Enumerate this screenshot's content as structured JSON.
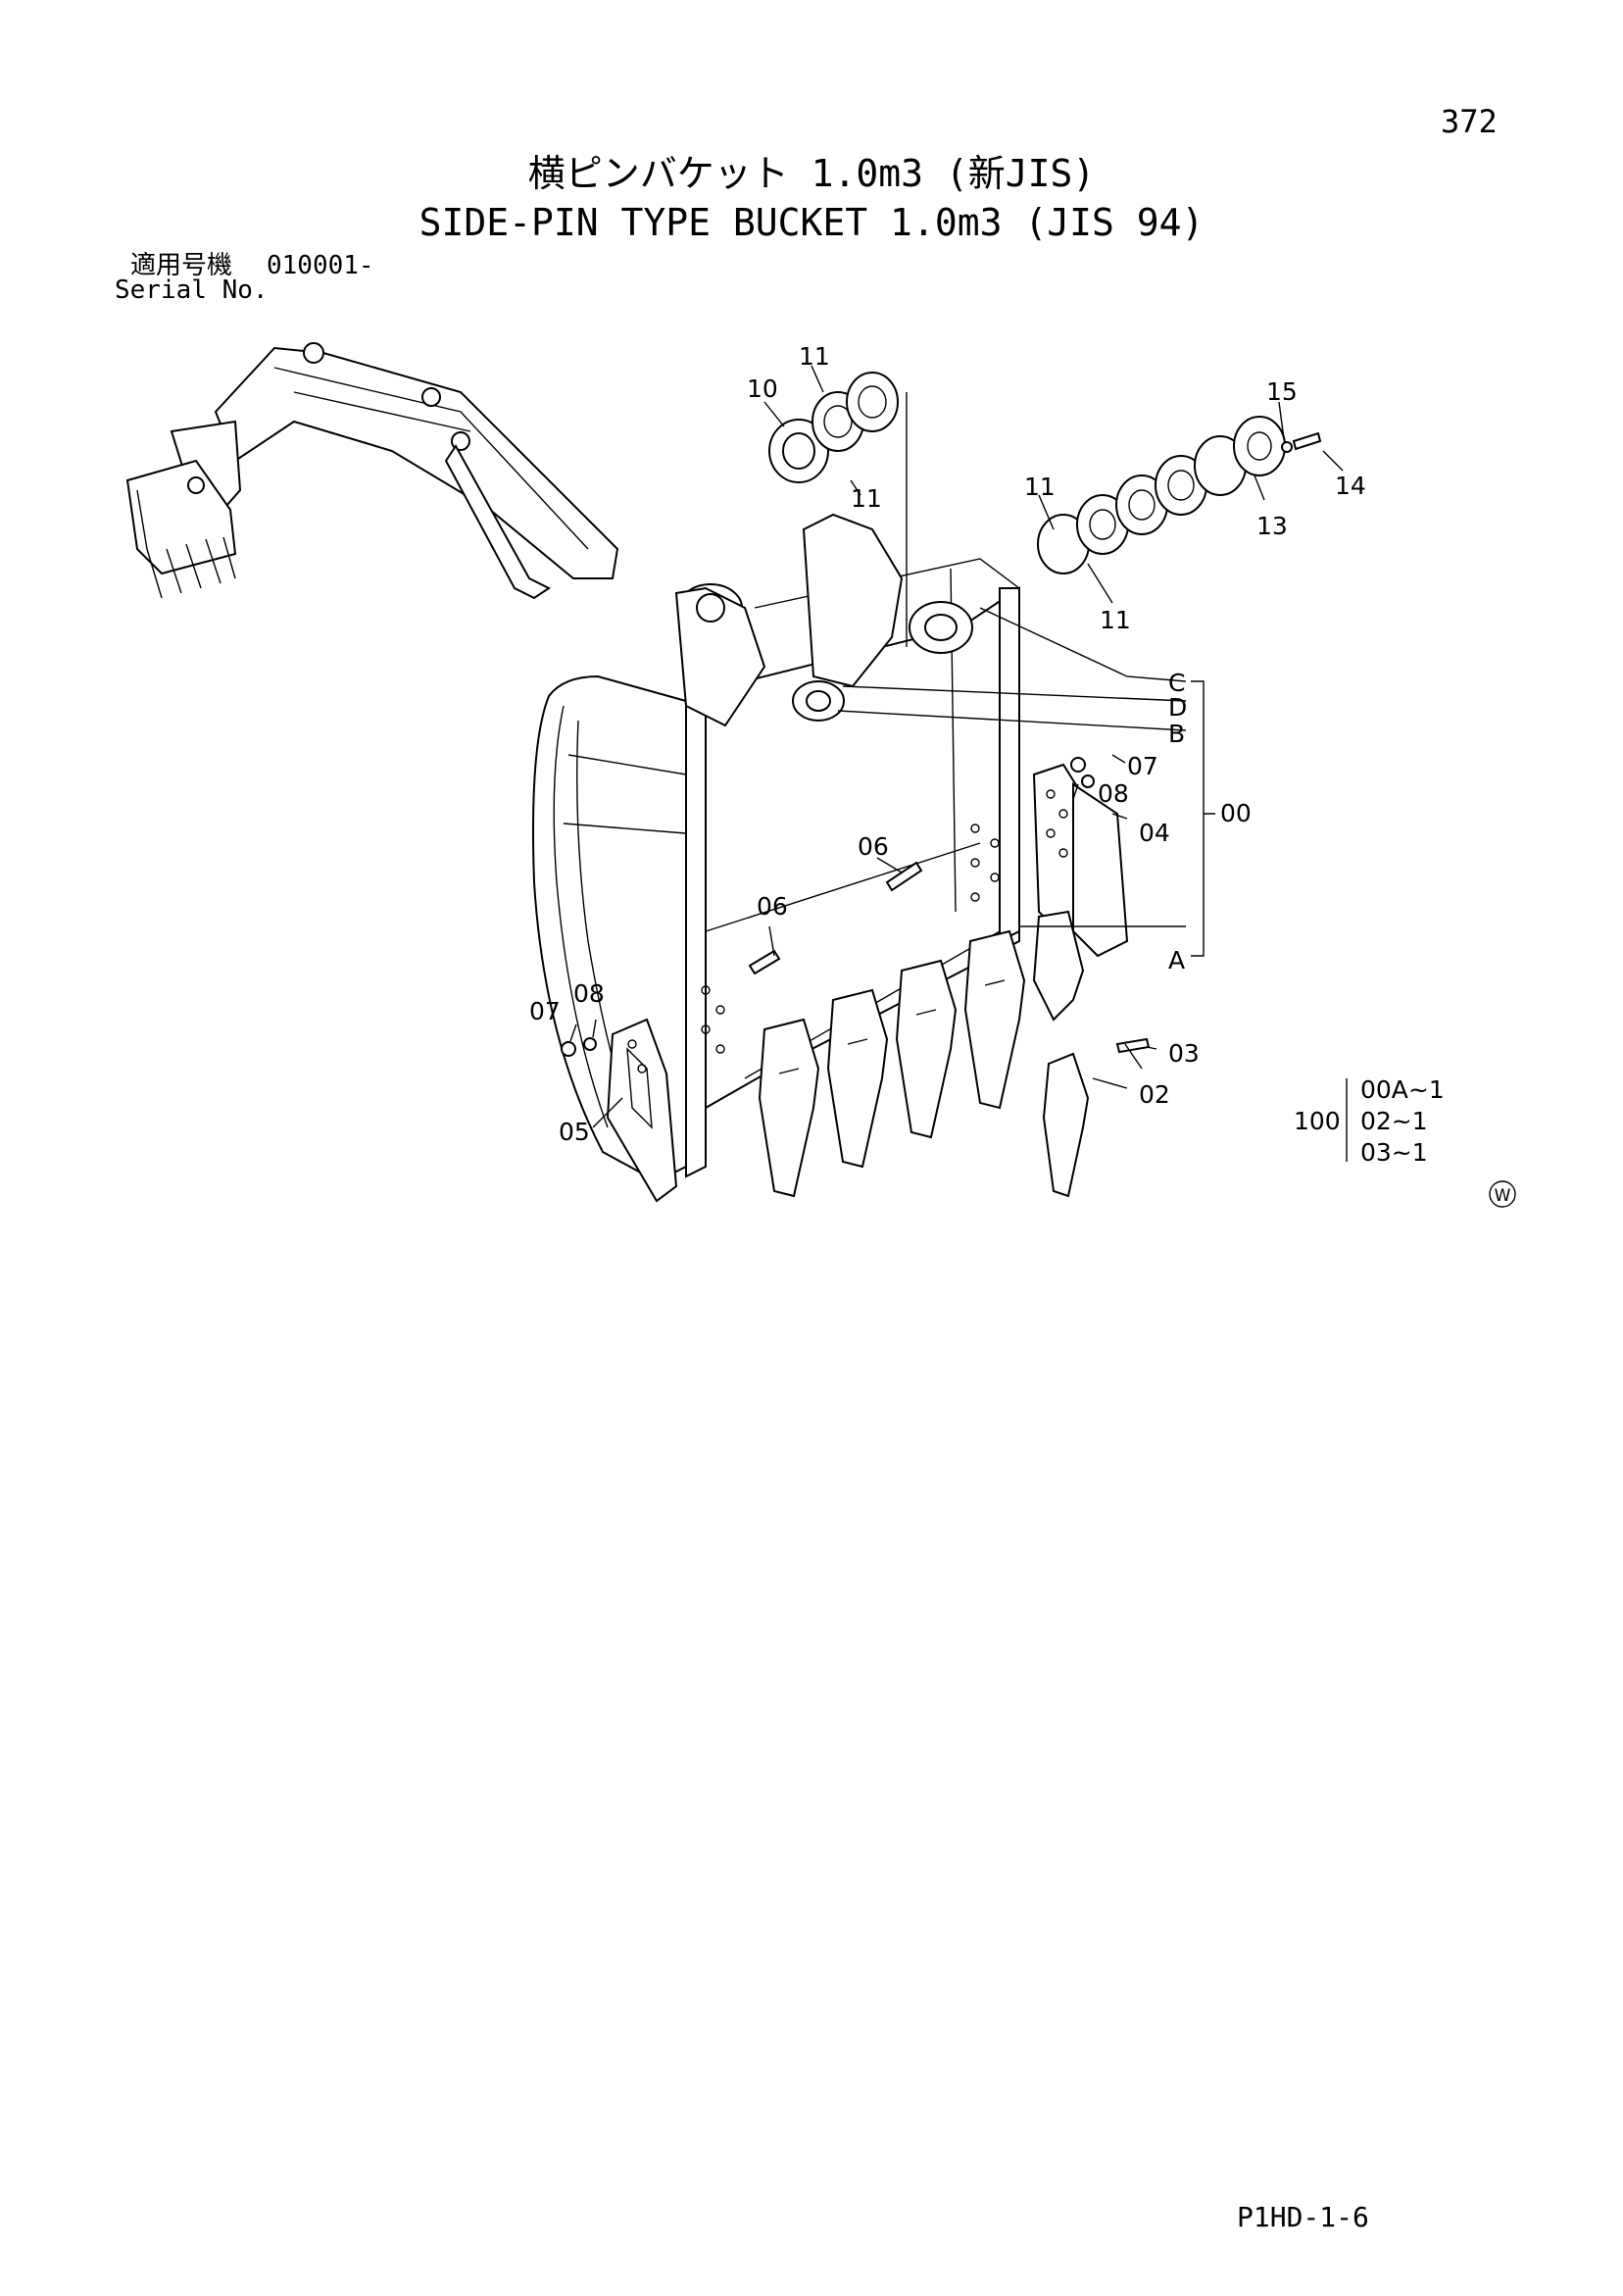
{
  "header": {
    "page_number": "372",
    "title_jp": "横ピンバケット 1.0m3 (新JIS)",
    "title_en": "SIDE-PIN TYPE BUCKET 1.0m3 (JIS 94)",
    "serial_label_jp": "適用号機",
    "serial_value": "010001-",
    "serial_label_en": "Serial No."
  },
  "diagram": {
    "callouts": {
      "p11a": "11",
      "p10": "10",
      "p11b": "11",
      "p15": "15",
      "p14": "14",
      "p13": "13",
      "p11c": "11",
      "p11d": "11",
      "lC": "C",
      "lD": "D",
      "lB": "B",
      "lA": "A",
      "p07r": "07",
      "p08r": "08",
      "p04": "04",
      "p00": "00",
      "p06r": "06",
      "p06l": "06",
      "p07l": "07",
      "p08l": "08",
      "p05": "05",
      "p03": "03",
      "p02": "02"
    },
    "kit": {
      "qty": "100",
      "items": [
        "00A~1",
        "02~1",
        "03~1"
      ]
    },
    "mark": "W"
  },
  "footer": {
    "page_code": "P1HD-1-6"
  }
}
